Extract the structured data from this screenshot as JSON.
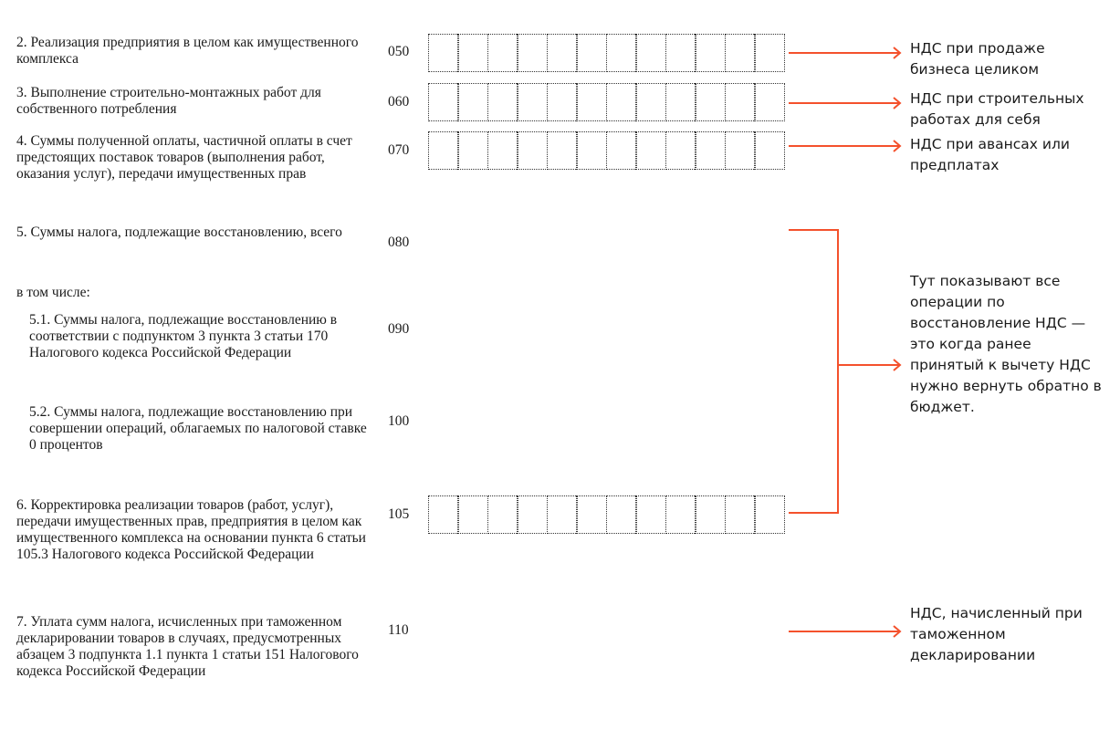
{
  "rows": [
    {
      "label": "2. Реализация предприятия в целом как имущественного комплекса",
      "code": "050"
    },
    {
      "label": "3. Выполнение строительно-монтажных работ для собственного потребления",
      "code": "060"
    },
    {
      "label": "4. Суммы полученной оплаты, частичной оплаты в счет предстоящих поставок товаров (выполнения работ, оказания услуг), передачи имущественных прав",
      "code": "070"
    },
    {
      "label": "5. Суммы налога, подлежащие восстановлению, всего",
      "code": "080"
    },
    {
      "label": "в том числе:",
      "code": ""
    },
    {
      "label": "5.1. Суммы налога, подлежащие восстановлению в соответствии с подпунктом 3 пункта 3 статьи 170 Налогового кодекса Российской Федерации",
      "code": "090"
    },
    {
      "label": "5.2. Суммы налога, подлежащие восстановлению при совершении операций, облагаемых по налоговой ставке 0 процентов",
      "code": "100"
    },
    {
      "label": "6. Корректировка реализации товаров (работ, услуг), передачи имущественных прав, предприятия в целом как имущественного комплекса на основании пункта 6 статьи 105.3 Налогового кодекса Российской Федерации",
      "code": "105"
    },
    {
      "label": "7. Уплата сумм налога, исчисленных при таможенном декларировании товаров в случаях, предусмотренных абзацем 3 подпункта 1.1 пункта 1 статьи 151 Налогового кодекса Российской Федерации",
      "code": "110"
    }
  ],
  "notes": {
    "n050": "НДС при продаже бизнеса целиком",
    "n060": "НДС при строительных работах для себя",
    "n070": "НДС при авансах или предплатах",
    "restore": "Тут показывают все операции по восстановление НДС — это когда ранее принятый к вычету НДС нужно вернуть обратно в бюджет.",
    "n110": "НДС, начисленный при таможенном декларировании"
  },
  "colors": {
    "accent": "#f4512c"
  }
}
